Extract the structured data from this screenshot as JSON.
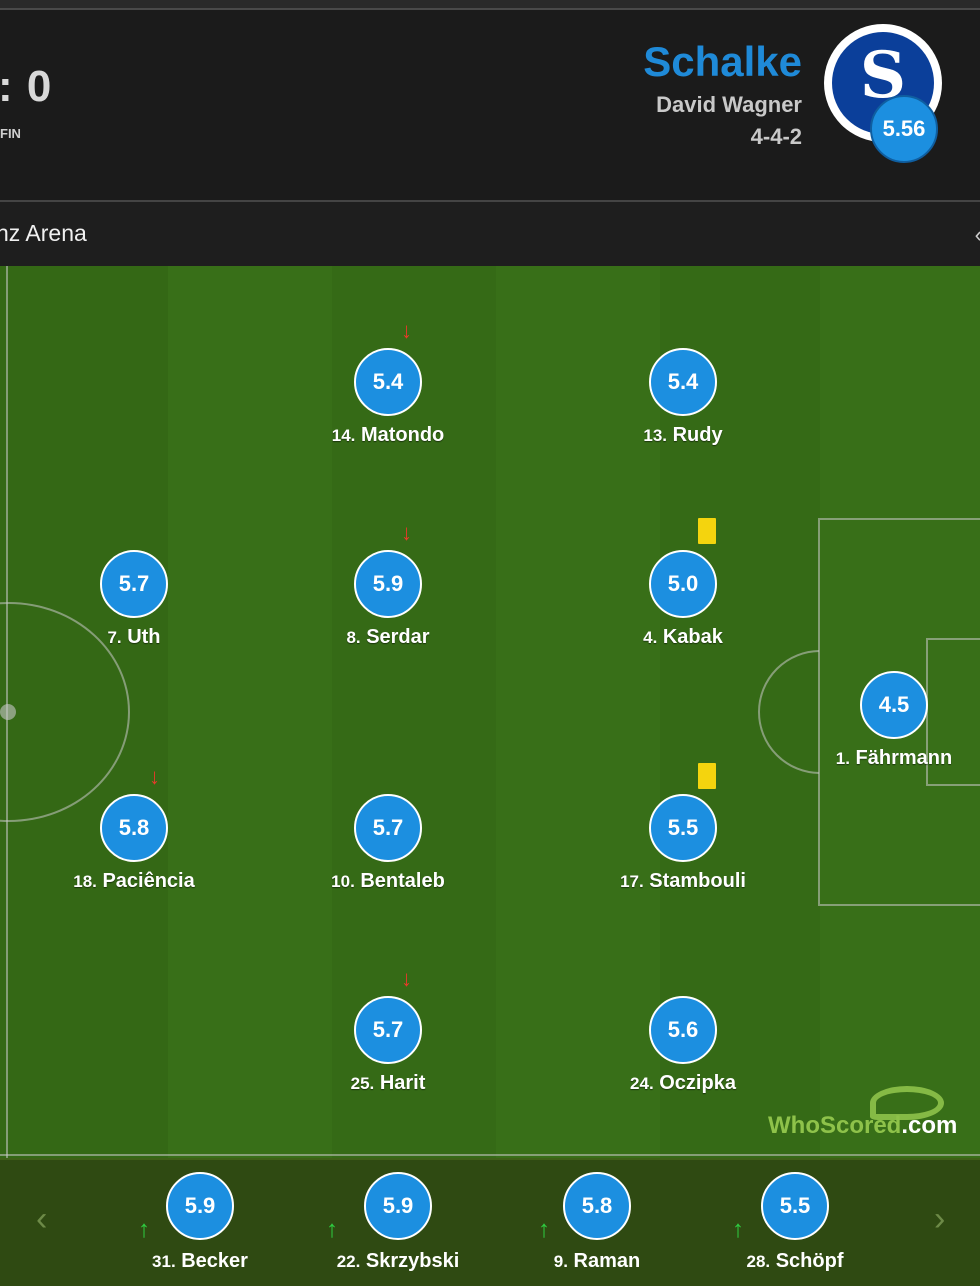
{
  "match": {
    "score": ": 0",
    "status": "FIN"
  },
  "team": {
    "name": "Schalke",
    "manager": "David Wagner",
    "formation": "4-4-2",
    "crest_letter": "S",
    "rating": "5.56",
    "color": "#1f8ad8"
  },
  "venue": {
    "name": "nz Arena",
    "arrow": "‹"
  },
  "players": [
    {
      "num": "14.",
      "name": "Matondo",
      "rating": "5.4",
      "subbed_off": true,
      "yellow_card": false
    },
    {
      "num": "13.",
      "name": "Rudy",
      "rating": "5.4",
      "subbed_off": false,
      "yellow_card": false
    },
    {
      "num": "7.",
      "name": "Uth",
      "rating": "5.7",
      "subbed_off": false,
      "yellow_card": false
    },
    {
      "num": "8.",
      "name": "Serdar",
      "rating": "5.9",
      "subbed_off": true,
      "yellow_card": false
    },
    {
      "num": "4.",
      "name": "Kabak",
      "rating": "5.0",
      "subbed_off": false,
      "yellow_card": true
    },
    {
      "num": "1.",
      "name": "Fährmann",
      "rating": "4.5",
      "subbed_off": false,
      "yellow_card": false
    },
    {
      "num": "18.",
      "name": "Paciência",
      "rating": "5.8",
      "subbed_off": true,
      "yellow_card": false
    },
    {
      "num": "10.",
      "name": "Bentaleb",
      "rating": "5.7",
      "subbed_off": false,
      "yellow_card": false
    },
    {
      "num": "17.",
      "name": "Stambouli",
      "rating": "5.5",
      "subbed_off": false,
      "yellow_card": true
    },
    {
      "num": "25.",
      "name": "Harit",
      "rating": "5.7",
      "subbed_off": true,
      "yellow_card": false
    },
    {
      "num": "24.",
      "name": "Oczipka",
      "rating": "5.6",
      "subbed_off": false,
      "yellow_card": false
    }
  ],
  "icons": {
    "sub_off": "↓",
    "sub_on": "↑",
    "prev": "‹",
    "next": "›"
  },
  "substitutes": [
    {
      "num": "31.",
      "name": "Becker",
      "rating": "5.9"
    },
    {
      "num": "22.",
      "name": "Skrzybski",
      "rating": "5.9"
    },
    {
      "num": "9.",
      "name": "Raman",
      "rating": "5.8"
    },
    {
      "num": "28.",
      "name": "Schöpf",
      "rating": "5.5"
    }
  ],
  "watermark": {
    "part1": "WhoScored",
    "part2": ".com"
  },
  "colors": {
    "rating_bubble": "#1c8fe0",
    "pitch": "#356a16",
    "sub_off_arrow": "#e53b2a",
    "sub_on_arrow": "#2ecc40",
    "yellow_card": "#f4d40e"
  }
}
